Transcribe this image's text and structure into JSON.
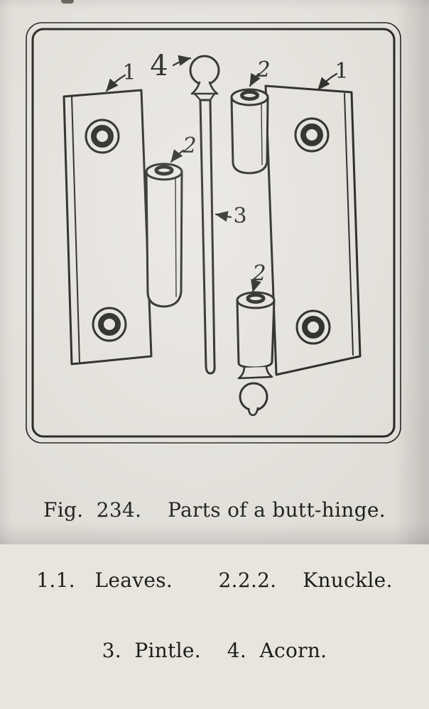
{
  "page": {
    "colors": {
      "paper": "#e8e5df",
      "ink": "#222420"
    }
  },
  "figure": {
    "part_labels": {
      "leaf_left": "1",
      "leaf_right": "1",
      "knuckle_left": "2",
      "knuckle_top_right": "2",
      "knuckle_bottom_right": "2",
      "pintle": "3",
      "acorn": "4"
    },
    "caption": {
      "line1": "Fig.  234.    Parts of a butt-hinge.",
      "line2": "1.1.   Leaves.       2.2.2.    Knuckle.",
      "line3": "3.  Pintle.    4.  Acorn."
    }
  }
}
